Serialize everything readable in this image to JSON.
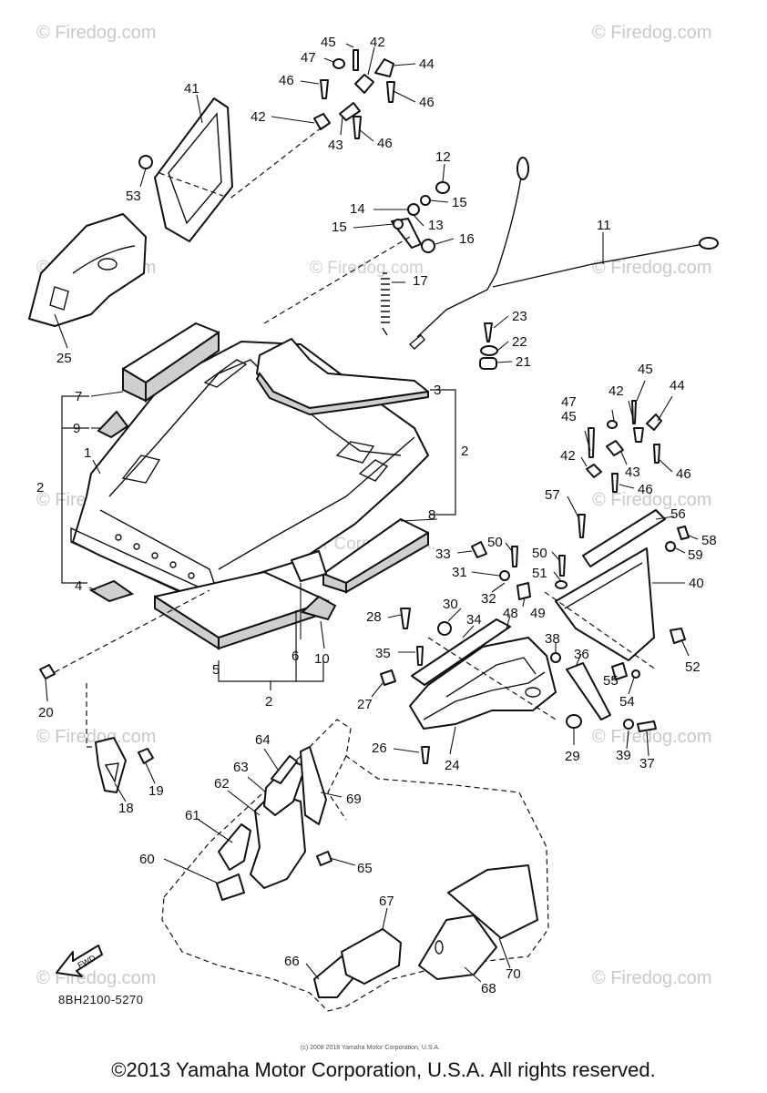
{
  "watermark": {
    "text": "© Firedog.com",
    "center_text": "© Firedog.com",
    "yamaha_text": "Yamaha Motor Corp., U.S.A."
  },
  "diagram_code": "8BH2100-5270",
  "fwd_label": "FWD",
  "small_copyright": "(c) 2008 2018 Yamaha Motor Corporation, U.S.A.",
  "copyright": "©2013 Yamaha Motor Corporation, U.S.A. All rights reserved.",
  "labels": {
    "l1": "1",
    "l2a": "2",
    "l2b": "2",
    "l2c": "2",
    "l3": "3",
    "l4": "4",
    "l5": "5",
    "l6": "6",
    "l7": "7",
    "l8": "8",
    "l9": "9",
    "l10": "10",
    "l11": "11",
    "l12": "12",
    "l13": "13",
    "l14": "14",
    "l15a": "15",
    "l15b": "15",
    "l16": "16",
    "l17": "17",
    "l18": "18",
    "l19": "19",
    "l20": "20",
    "l21": "21",
    "l22": "22",
    "l23": "23",
    "l24": "24",
    "l25": "25",
    "l26": "26",
    "l27": "27",
    "l28": "28",
    "l29": "29",
    "l30": "30",
    "l31": "31",
    "l32": "32",
    "l33": "33",
    "l34": "34",
    "l35": "35",
    "l36": "36",
    "l37": "37",
    "l38": "38",
    "l39": "39",
    "l40": "40",
    "l41": "41",
    "l42a": "42",
    "l42b": "42",
    "l42c": "42",
    "l42d": "42",
    "l43a": "43",
    "l43b": "43",
    "l44a": "44",
    "l44b": "44",
    "l45a": "45",
    "l45b": "45",
    "l45c": "45",
    "l46a": "46",
    "l46b": "46",
    "l46c": "46",
    "l46d": "46",
    "l46e": "46",
    "l47a": "47",
    "l47b": "47",
    "l48": "48",
    "l49": "49",
    "l50a": "50",
    "l50b": "50",
    "l51": "51",
    "l52": "52",
    "l53": "53",
    "l54": "54",
    "l55": "55",
    "l56": "56",
    "l57": "57",
    "l58": "58",
    "l59": "59",
    "l60": "60",
    "l61": "61",
    "l62": "62",
    "l63": "63",
    "l64": "64",
    "l65": "65",
    "l66": "66",
    "l67": "67",
    "l68": "68",
    "l69": "69",
    "l70": "70"
  }
}
